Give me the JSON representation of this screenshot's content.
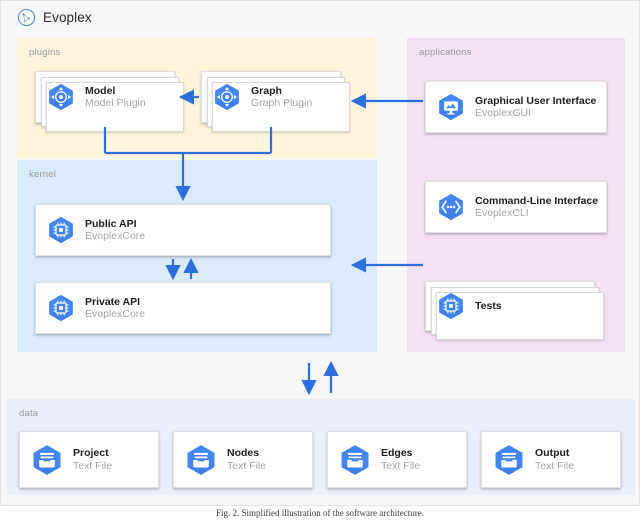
{
  "brand": {
    "name": "Evoplex",
    "logo_icon": "evoplex-circle-logo",
    "accent": "#3f7fe0"
  },
  "palette": {
    "plugins_bg": "#fdf4dc",
    "kernel_bg": "#d9ebf9",
    "applications_bg": "#f2e1f1",
    "data_bg": "#eaeef8",
    "card_bg": "#ffffff",
    "hex_blue": "#4285f4",
    "arrow_blue": "#2f6fdd",
    "group_label": "#9a9a9a",
    "subtitle_gray": "#a5a5a5",
    "page_bg": "#f7f7f7"
  },
  "groups": {
    "plugins": {
      "label": "plugins"
    },
    "kernel": {
      "label": "kernel"
    },
    "applications": {
      "label": "applications"
    },
    "data": {
      "label": "data"
    }
  },
  "cards": {
    "model": {
      "title": "Model",
      "subtitle": "Model Plugin",
      "icon": "plugin-target-hexagon-icon",
      "stacked": true
    },
    "graph": {
      "title": "Graph",
      "subtitle": "Graph Plugin",
      "icon": "plugin-target-hexagon-icon",
      "stacked": true
    },
    "public": {
      "title": "Public API",
      "subtitle": "EvoplexCore",
      "icon": "chip-hexagon-icon",
      "stacked": false
    },
    "private": {
      "title": "Private API",
      "subtitle": "EvoplexCore",
      "icon": "chip-hexagon-icon",
      "stacked": false
    },
    "gui": {
      "title": "Graphical User Interface",
      "subtitle": "EvoplexGUI",
      "icon": "monitor-hexagon-icon",
      "stacked": false
    },
    "cli": {
      "title": "Command-Line Interface",
      "subtitle": "EvoplexCLI",
      "icon": "terminal-hexagon-icon",
      "stacked": false
    },
    "tests": {
      "title": "Tests",
      "subtitle": "",
      "icon": "chip-hexagon-icon",
      "stacked": true
    },
    "project": {
      "title": "Project",
      "subtitle": "Text File",
      "icon": "file-box-hexagon-icon",
      "stacked": false
    },
    "nodes": {
      "title": "Nodes",
      "subtitle": "Text File",
      "icon": "file-box-hexagon-icon",
      "stacked": false
    },
    "edges": {
      "title": "Edges",
      "subtitle": "Text File",
      "icon": "file-box-hexagon-icon",
      "stacked": false
    },
    "output": {
      "title": "Output",
      "subtitle": "Text File",
      "icon": "file-box-hexagon-icon",
      "stacked": false
    }
  },
  "connections": [
    {
      "name": "graph-to-model",
      "from": "graph",
      "to": "model",
      "direction": "left"
    },
    {
      "name": "gui-to-graph",
      "from": "gui",
      "to": "graph",
      "direction": "left"
    },
    {
      "name": "cli-to-kernel",
      "from": "cli",
      "to": "public",
      "direction": "left"
    },
    {
      "name": "plugins-to-public-api",
      "from": "plugins",
      "to": "public",
      "direction": "down"
    },
    {
      "name": "public-to-private",
      "from": "public",
      "to": "private",
      "direction": "down"
    },
    {
      "name": "private-to-public",
      "from": "private",
      "to": "public",
      "direction": "up"
    },
    {
      "name": "kernel-to-data",
      "from": "kernel",
      "to": "data",
      "direction": "down"
    },
    {
      "name": "data-to-kernel",
      "from": "data",
      "to": "kernel",
      "direction": "up"
    }
  ],
  "caption": "Fig. 2. Simplified illustration of the software architecture."
}
